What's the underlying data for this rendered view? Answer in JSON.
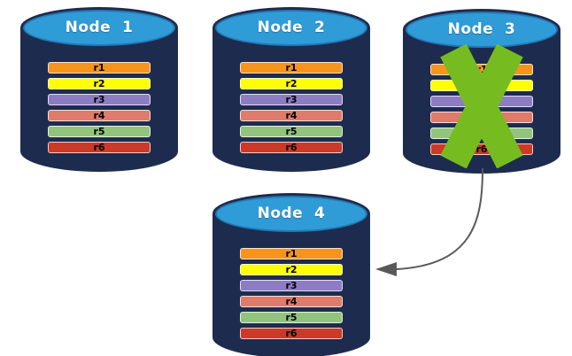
{
  "diagram": {
    "nodes": [
      {
        "title": "Node  1",
        "failed": false,
        "records": [
          "r1",
          "r2",
          "r3",
          "r4",
          "r5",
          "r6"
        ]
      },
      {
        "title": "Node  2",
        "failed": false,
        "records": [
          "r1",
          "r2",
          "r3",
          "r4",
          "r5",
          "r6"
        ]
      },
      {
        "title": "Node  3",
        "failed": true,
        "records": [
          "r1",
          "r2",
          "r3",
          "r4",
          "r5",
          "r6"
        ]
      },
      {
        "title": "Node  4",
        "failed": false,
        "records": [
          "r1",
          "r2",
          "r3",
          "r4",
          "r5",
          "r6"
        ]
      }
    ],
    "record_colors": [
      "#F7941E",
      "#FFFF00",
      "#8E7CC3",
      "#DF7B6A",
      "#93C47D",
      "#CB3927"
    ],
    "colors": {
      "cylinder_body": "#1D2C4E",
      "cylinder_top": "#2F9BD7",
      "cylinder_top_rim": "#2278B6",
      "fail_x": "#76BC21",
      "arrow": "#595959",
      "record_text": "#000000",
      "title_text": "#FFFFFF",
      "background": "#FFFFFF"
    },
    "arrow": {
      "from": "Node  3",
      "to": "Node  4"
    }
  }
}
